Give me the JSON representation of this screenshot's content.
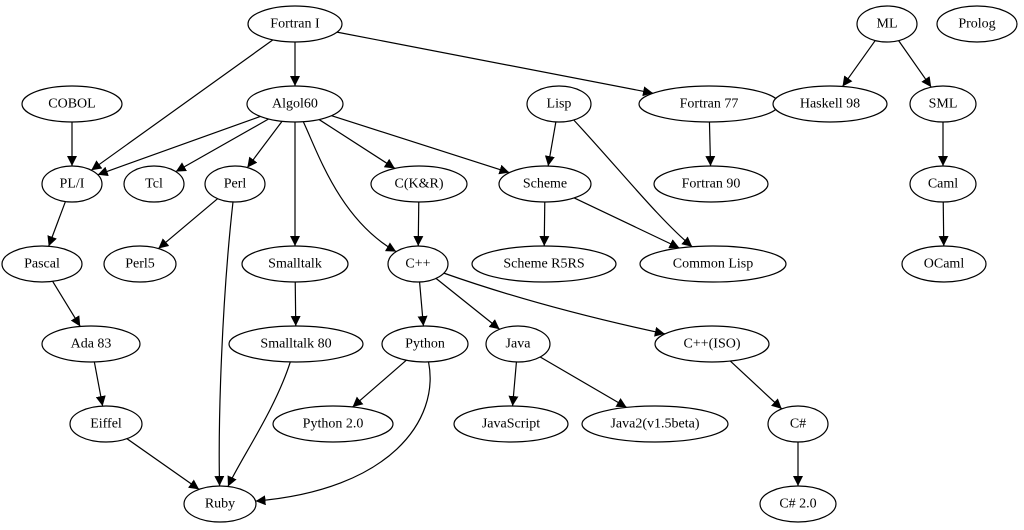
{
  "graph": {
    "nodes": [
      {
        "id": "fortran1",
        "label": "Fortran I"
      },
      {
        "id": "ml",
        "label": "ML"
      },
      {
        "id": "prolog",
        "label": "Prolog"
      },
      {
        "id": "cobol",
        "label": "COBOL"
      },
      {
        "id": "algol60",
        "label": "Algol60"
      },
      {
        "id": "lisp",
        "label": "Lisp"
      },
      {
        "id": "fortran77",
        "label": "Fortran 77"
      },
      {
        "id": "haskell98",
        "label": "Haskell 98"
      },
      {
        "id": "sml",
        "label": "SML"
      },
      {
        "id": "pli",
        "label": "PL/I"
      },
      {
        "id": "tcl",
        "label": "Tcl"
      },
      {
        "id": "perl",
        "label": "Perl"
      },
      {
        "id": "ckr",
        "label": "C(K&R)"
      },
      {
        "id": "scheme",
        "label": "Scheme"
      },
      {
        "id": "fortran90",
        "label": "Fortran 90"
      },
      {
        "id": "caml",
        "label": "Caml"
      },
      {
        "id": "pascal",
        "label": "Pascal"
      },
      {
        "id": "perl5",
        "label": "Perl5"
      },
      {
        "id": "smalltalk",
        "label": "Smalltalk"
      },
      {
        "id": "cpp",
        "label": "C++"
      },
      {
        "id": "schemer5rs",
        "label": "Scheme R5RS"
      },
      {
        "id": "commonlisp",
        "label": "Common Lisp"
      },
      {
        "id": "ocaml",
        "label": "OCaml"
      },
      {
        "id": "ada83",
        "label": "Ada 83"
      },
      {
        "id": "smalltalk80",
        "label": "Smalltalk 80"
      },
      {
        "id": "python",
        "label": "Python"
      },
      {
        "id": "java",
        "label": "Java"
      },
      {
        "id": "cppiso",
        "label": "C++(ISO)"
      },
      {
        "id": "eiffel",
        "label": "Eiffel"
      },
      {
        "id": "python20",
        "label": "Python 2.0"
      },
      {
        "id": "javascript",
        "label": "JavaScript"
      },
      {
        "id": "java2",
        "label": "Java2(v1.5beta)"
      },
      {
        "id": "csharp",
        "label": "C#"
      },
      {
        "id": "ruby",
        "label": "Ruby"
      },
      {
        "id": "csharp20",
        "label": "C# 2.0"
      }
    ],
    "edges": [
      {
        "from": "fortran1",
        "to": "algol60"
      },
      {
        "from": "fortran1",
        "to": "pli"
      },
      {
        "from": "fortran1",
        "to": "fortran77"
      },
      {
        "from": "ml",
        "to": "haskell98"
      },
      {
        "from": "ml",
        "to": "sml"
      },
      {
        "from": "cobol",
        "to": "pli"
      },
      {
        "from": "algol60",
        "to": "pli"
      },
      {
        "from": "algol60",
        "to": "tcl"
      },
      {
        "from": "algol60",
        "to": "perl"
      },
      {
        "from": "algol60",
        "to": "smalltalk"
      },
      {
        "from": "algol60",
        "to": "ckr"
      },
      {
        "from": "algol60",
        "to": "cpp"
      },
      {
        "from": "algol60",
        "to": "scheme"
      },
      {
        "from": "lisp",
        "to": "scheme"
      },
      {
        "from": "lisp",
        "to": "commonlisp"
      },
      {
        "from": "fortran77",
        "to": "fortran90"
      },
      {
        "from": "sml",
        "to": "caml"
      },
      {
        "from": "pli",
        "to": "pascal"
      },
      {
        "from": "perl",
        "to": "perl5"
      },
      {
        "from": "perl",
        "to": "ruby"
      },
      {
        "from": "ckr",
        "to": "cpp"
      },
      {
        "from": "scheme",
        "to": "schemer5rs"
      },
      {
        "from": "scheme",
        "to": "commonlisp"
      },
      {
        "from": "caml",
        "to": "ocaml"
      },
      {
        "from": "pascal",
        "to": "ada83"
      },
      {
        "from": "smalltalk",
        "to": "smalltalk80"
      },
      {
        "from": "cpp",
        "to": "python"
      },
      {
        "from": "cpp",
        "to": "java"
      },
      {
        "from": "cpp",
        "to": "cppiso"
      },
      {
        "from": "ada83",
        "to": "eiffel"
      },
      {
        "from": "smalltalk80",
        "to": "ruby"
      },
      {
        "from": "python",
        "to": "python20"
      },
      {
        "from": "python",
        "to": "ruby"
      },
      {
        "from": "java",
        "to": "javascript"
      },
      {
        "from": "java",
        "to": "java2"
      },
      {
        "from": "cppiso",
        "to": "csharp"
      },
      {
        "from": "eiffel",
        "to": "ruby"
      },
      {
        "from": "csharp",
        "to": "csharp20"
      }
    ]
  }
}
